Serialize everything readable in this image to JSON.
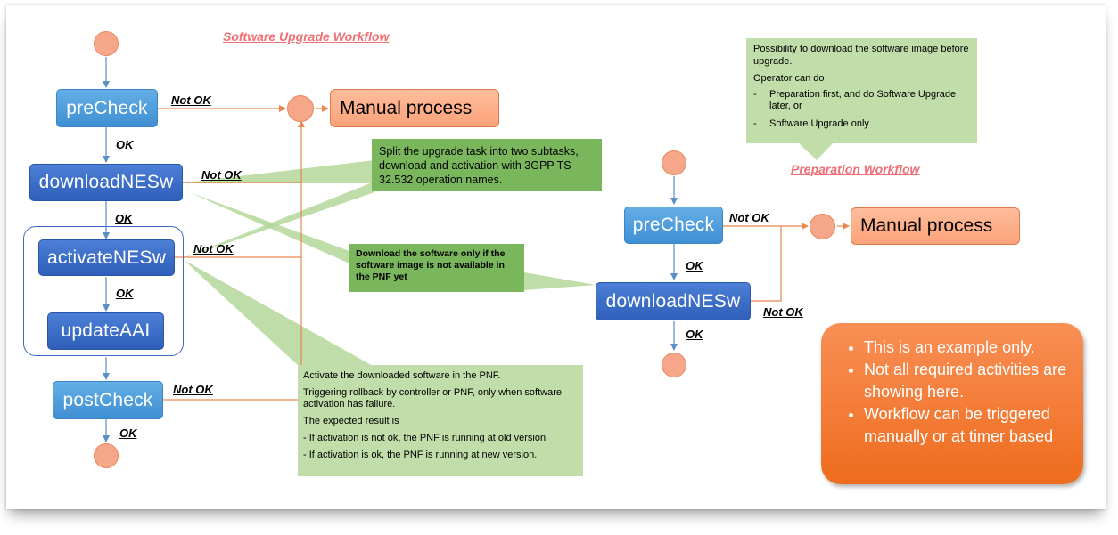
{
  "titles": {
    "software_upgrade": "Software Upgrade Workflow",
    "preparation": "Preparation Workflow"
  },
  "left_flow": {
    "precheck": "preCheck",
    "download": "downloadNESw",
    "activate": "activateNESw",
    "update": "updateAAI",
    "postcheck": "postCheck",
    "manual": "Manual process"
  },
  "right_flow": {
    "precheck": "preCheck",
    "download": "downloadNESw",
    "manual": "Manual process"
  },
  "labels": {
    "ok": "OK",
    "not_ok": "Not OK"
  },
  "notes": {
    "split": "Split the upgrade task into two subtasks, download and activation with 3GPP TS 32.532 operation names.",
    "download_only": "Download the software only if the software image is not available in the PNF yet",
    "prep_lines": [
      "Possibility to download the software image before upgrade.",
      "Operator can do",
      "Preparation first, and do Software Upgrade later, or",
      "Software Upgrade only"
    ],
    "activate_lines": [
      "Activate  the downloaded software in the PNF.",
      "Triggering rollback by controller or PNF, only when software activation has failure.",
      "The expected result is",
      "- If activation is not ok, the PNF is running at old version",
      "- If activation is ok, the PNF is running at new version."
    ]
  },
  "info_box": {
    "items": [
      "This is an example only.",
      "Not all required activities are showing here.",
      "Workflow can be triggered manually or at timer based"
    ]
  },
  "colors": {
    "node_light": "#4a9ad9",
    "node_dark": "#3466c2",
    "manual": "#fba27a",
    "note": "#c1dda9",
    "note_dark": "#7ab75c",
    "orange_box": "#f27a34",
    "title": "#f06f74",
    "flow_line": "#e9874f",
    "seq_line": "#5a8fc8"
  }
}
